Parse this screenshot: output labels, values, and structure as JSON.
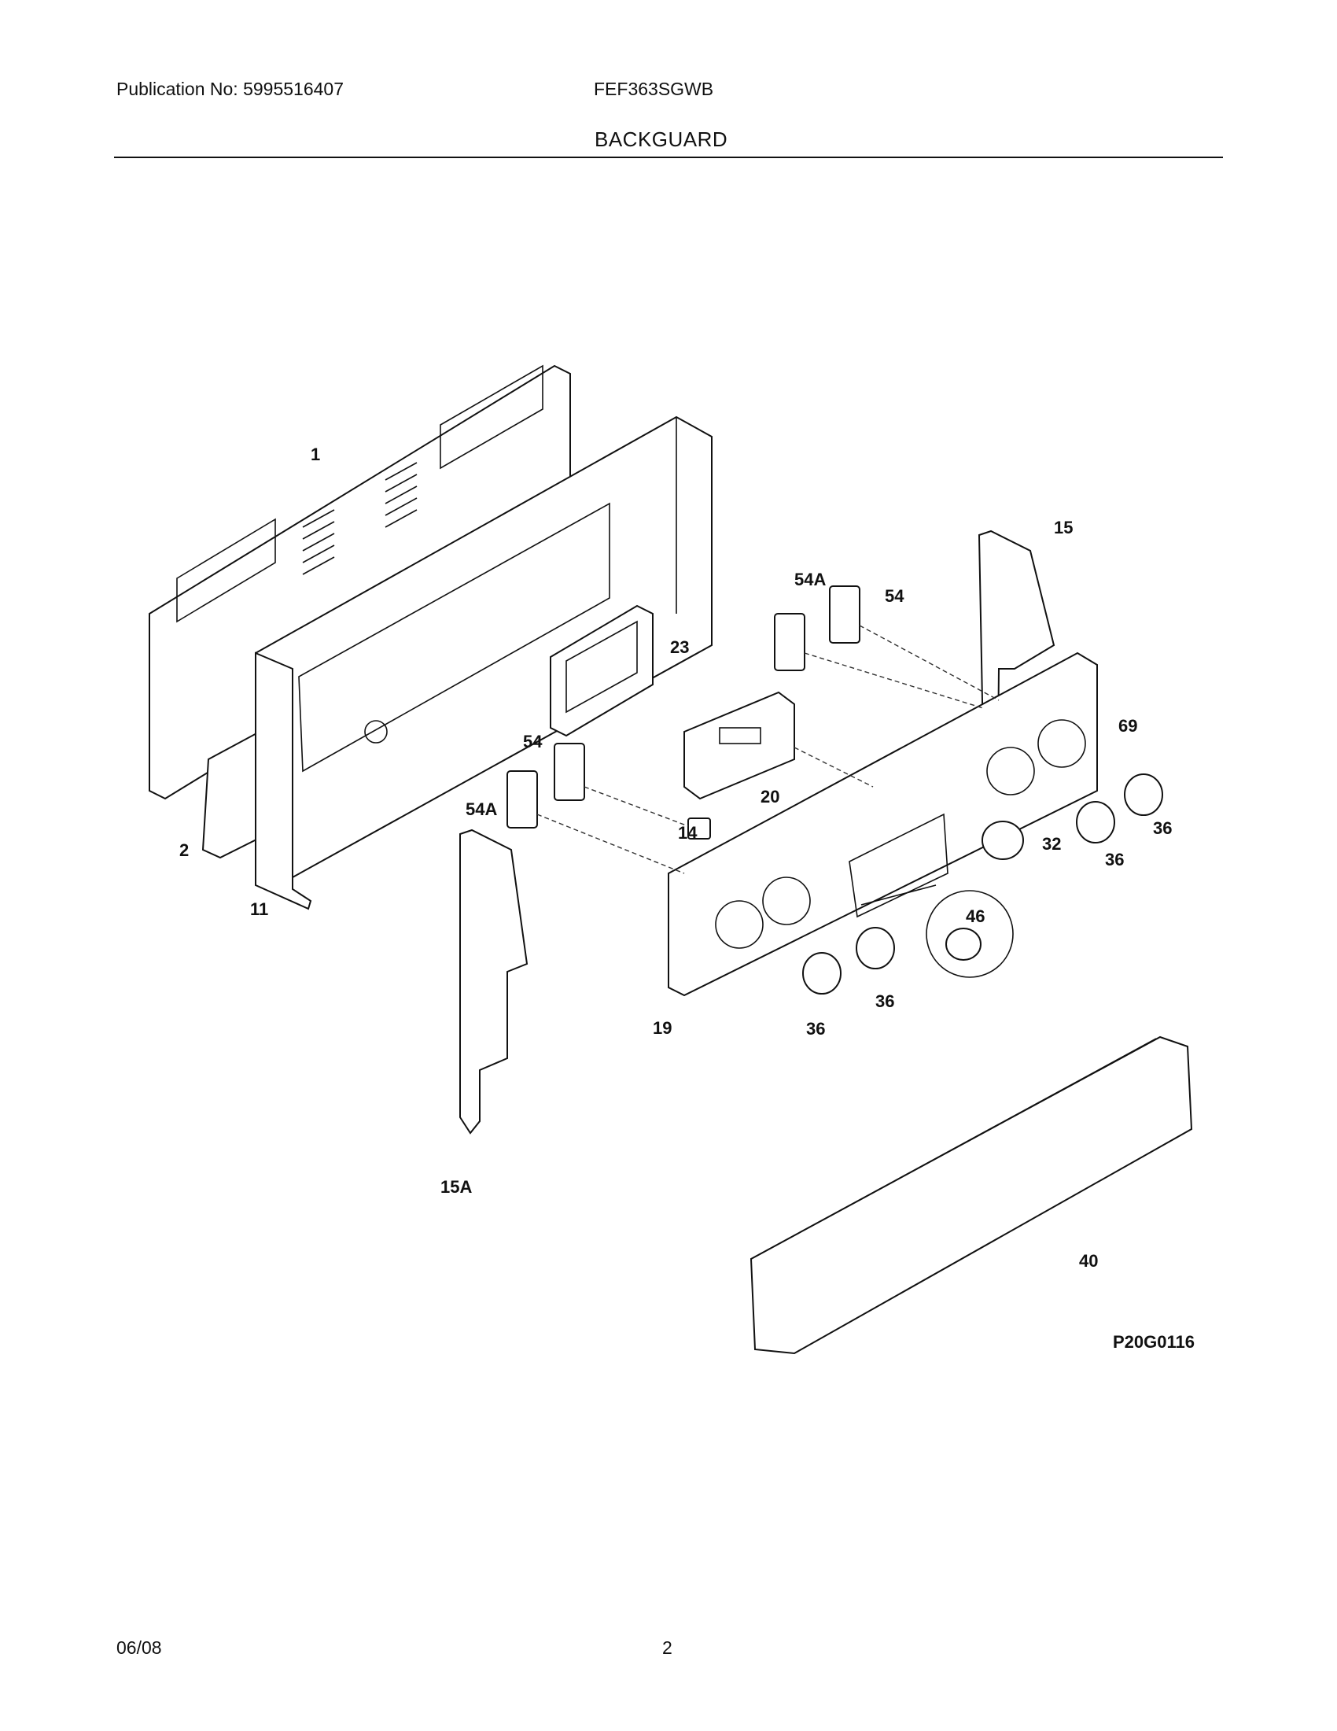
{
  "header": {
    "publication": "Publication No: 5995516407",
    "model": "FEF363SGWB",
    "section_title": "BACKGUARD"
  },
  "diagram": {
    "callouts": [
      "1",
      "2",
      "11",
      "23",
      "54",
      "54A",
      "54",
      "54A",
      "15",
      "15A",
      "20",
      "14",
      "19",
      "69",
      "36",
      "36",
      "32",
      "46",
      "36",
      "36",
      "40"
    ],
    "figure_code": "P20G0116"
  },
  "footer": {
    "date": "06/08",
    "page": "2"
  }
}
